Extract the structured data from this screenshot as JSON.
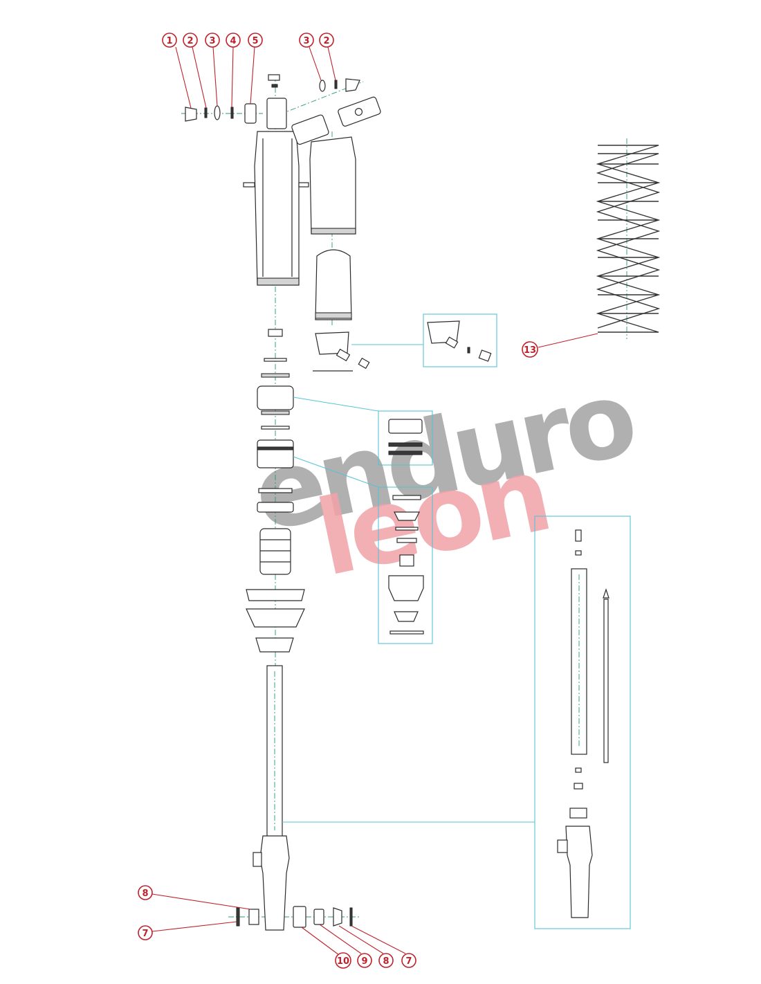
{
  "watermark": {
    "line1": "enduro",
    "line2": "leon"
  },
  "callouts": {
    "top_left": [
      "1",
      "2",
      "3",
      "4",
      "5"
    ],
    "top_right": [
      "3",
      "2"
    ],
    "spring": "13",
    "left_8": "8",
    "left_7": "7",
    "bottom": [
      "10",
      "9",
      "8",
      "7"
    ]
  },
  "colors": {
    "callout": "#c0202a",
    "detail_box": "#55c4d4",
    "axis": "#2a9a6a"
  }
}
